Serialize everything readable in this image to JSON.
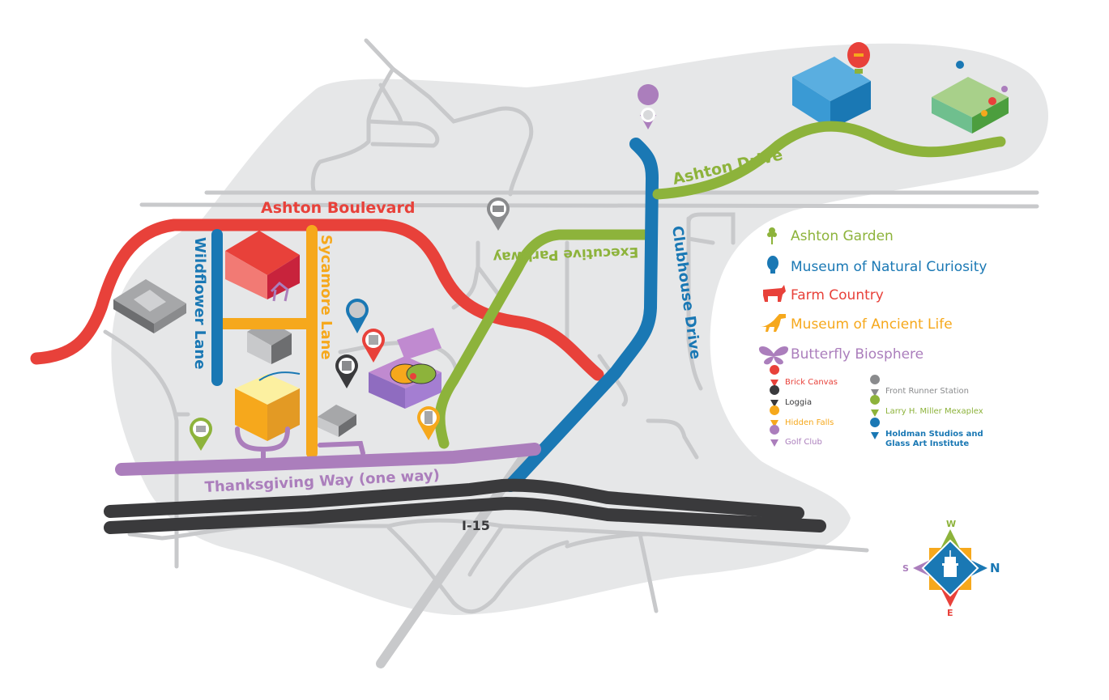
{
  "colors": {
    "land": "#e6e7e8",
    "minor_road": "#c8c9cb",
    "red": "#e8413a",
    "blue": "#1a78b4",
    "green": "#8db33b",
    "orange": "#f6a81c",
    "purple": "#ab7ebc",
    "dark": "#3a3a3c",
    "gray": "#8a8b8d"
  },
  "roads": {
    "ashton_boulevard": "Ashton Boulevard",
    "wildflower_lane": "Wildflower Lane",
    "sycamore_lane": "Sycamore Lane",
    "executive_parkway": "Executive Parkway",
    "clubhouse_drive": "Clubhouse Drive",
    "ashton_drive": "Ashton Drive",
    "thanksgiving_way": "Thanksgiving Way (one way)",
    "interstate": "I-15"
  },
  "legend": {
    "attractions": [
      {
        "label": "Ashton Garden",
        "icon": "tree-icon",
        "color": "#8db33b"
      },
      {
        "label": "Museum of Natural Curiosity",
        "icon": "balloon-icon",
        "color": "#1a78b4"
      },
      {
        "label": "Farm Country",
        "icon": "cow-icon",
        "color": "#e8413a"
      },
      {
        "label": "Museum of Ancient Life",
        "icon": "dinosaur-icon",
        "color": "#f6a81c"
      },
      {
        "label": "Butterfly Biosphere",
        "icon": "butterfly-icon",
        "color": "#ab7ebc"
      }
    ],
    "pins_left": [
      {
        "label": "Brick Canvas",
        "color": "#e8413a"
      },
      {
        "label": "Loggia",
        "color": "#3a3a3c"
      },
      {
        "label": "Hidden Falls",
        "color": "#f6a81c"
      },
      {
        "label": "Golf Club",
        "color": "#ab7ebc"
      }
    ],
    "pins_right": [
      {
        "label": "Front Runner Station",
        "color": "#8a8b8d"
      },
      {
        "label": "Larry H. Miller Mexaplex",
        "color": "#8db33b"
      },
      {
        "label": "Holdman Studios and",
        "label2": "Glass Art Institute",
        "color": "#1a78b4"
      }
    ]
  },
  "compass": {
    "north": "N",
    "south": "S",
    "east": "E",
    "west": "W"
  }
}
